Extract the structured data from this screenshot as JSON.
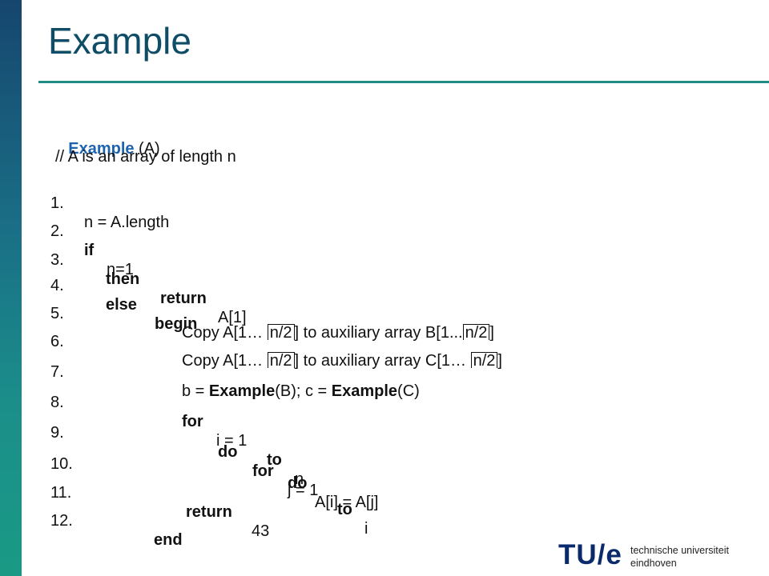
{
  "slide": {
    "title": "Example"
  },
  "code": {
    "header_name": "Example",
    "header_args": " (A)",
    "comment": "// A is an array of length n",
    "line1": {
      "num": "1.",
      "text": "n = A.length"
    },
    "line2": {
      "num": "2.",
      "kw": "if",
      "text": "n=1"
    },
    "line3": {
      "num": "3.",
      "kw1": "then",
      "kw2": "return",
      "text": "A[1]"
    },
    "line4": {
      "num": "4.",
      "kw1": "else",
      "kw2": "begin"
    },
    "line5": {
      "num": "5.",
      "a": "Copy A[1… ",
      "c1": "n/2",
      "b": "] to auxiliary array B[1...",
      "c2": "n/2",
      "d": "]"
    },
    "line6": {
      "num": "6.",
      "a": "Copy A[1… ",
      "c1": "n/2",
      "b": "] to auxiliary array C[1… ",
      "c2": "n/2",
      "d": "]"
    },
    "line7": {
      "num": "7.",
      "a": "b = ",
      "f1": "Example",
      "b": "(B); c = ",
      "f2": "Example",
      "c": "(C)"
    },
    "line8": {
      "num": "8.",
      "kw1": "for",
      "a": "i = 1",
      "kw2": "to",
      "b": "n"
    },
    "line9": {
      "num": "9.",
      "kw1": "do",
      "kw2": "for",
      "a": "j = 1",
      "kw3": "to",
      "b": "i"
    },
    "line10": {
      "num": "10.",
      "kw": "do",
      "text": "A[i] = A[j]"
    },
    "line11": {
      "num": "11.",
      "kw": "return",
      "text": "43"
    },
    "line12": {
      "num": "12.",
      "kw": "end"
    }
  },
  "logo": {
    "mark": "TU/e",
    "text": "technische universiteit eindhoven"
  }
}
